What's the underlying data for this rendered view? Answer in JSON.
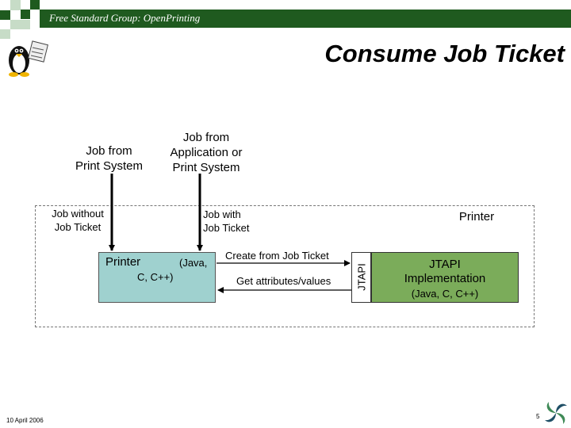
{
  "header": {
    "text": "Free Standard Group: OpenPrinting"
  },
  "title": "Consume Job Ticket",
  "sources": {
    "print_system": "Job from\nPrint System",
    "application": "Job from\nApplication or\nPrint System"
  },
  "edges": {
    "without_ticket": "Job without\nJob Ticket",
    "with_ticket": "Job with\nJob Ticket",
    "create": "Create from Job Ticket",
    "get_attrs": "Get attributes/values"
  },
  "printer_client": {
    "name": "Printer",
    "lang_1": "(Java,",
    "lang_2": "C, C++)"
  },
  "printer_region": {
    "label": "Printer"
  },
  "jtapi_strip": {
    "label": "JTAPI"
  },
  "jtapi_impl": {
    "name": "JTAPI\nImplementation",
    "lang": "(Java, C, C++)"
  },
  "footer": {
    "date": "10 April 2006",
    "page": "5"
  },
  "colors": {
    "header": "#1f5a1f",
    "printer_client": "#9fd1cf",
    "jtapi_impl": "#7bac5a"
  },
  "icons": {
    "logo": "tux-penguin-logo",
    "corner": "swirl-logo-icon"
  }
}
